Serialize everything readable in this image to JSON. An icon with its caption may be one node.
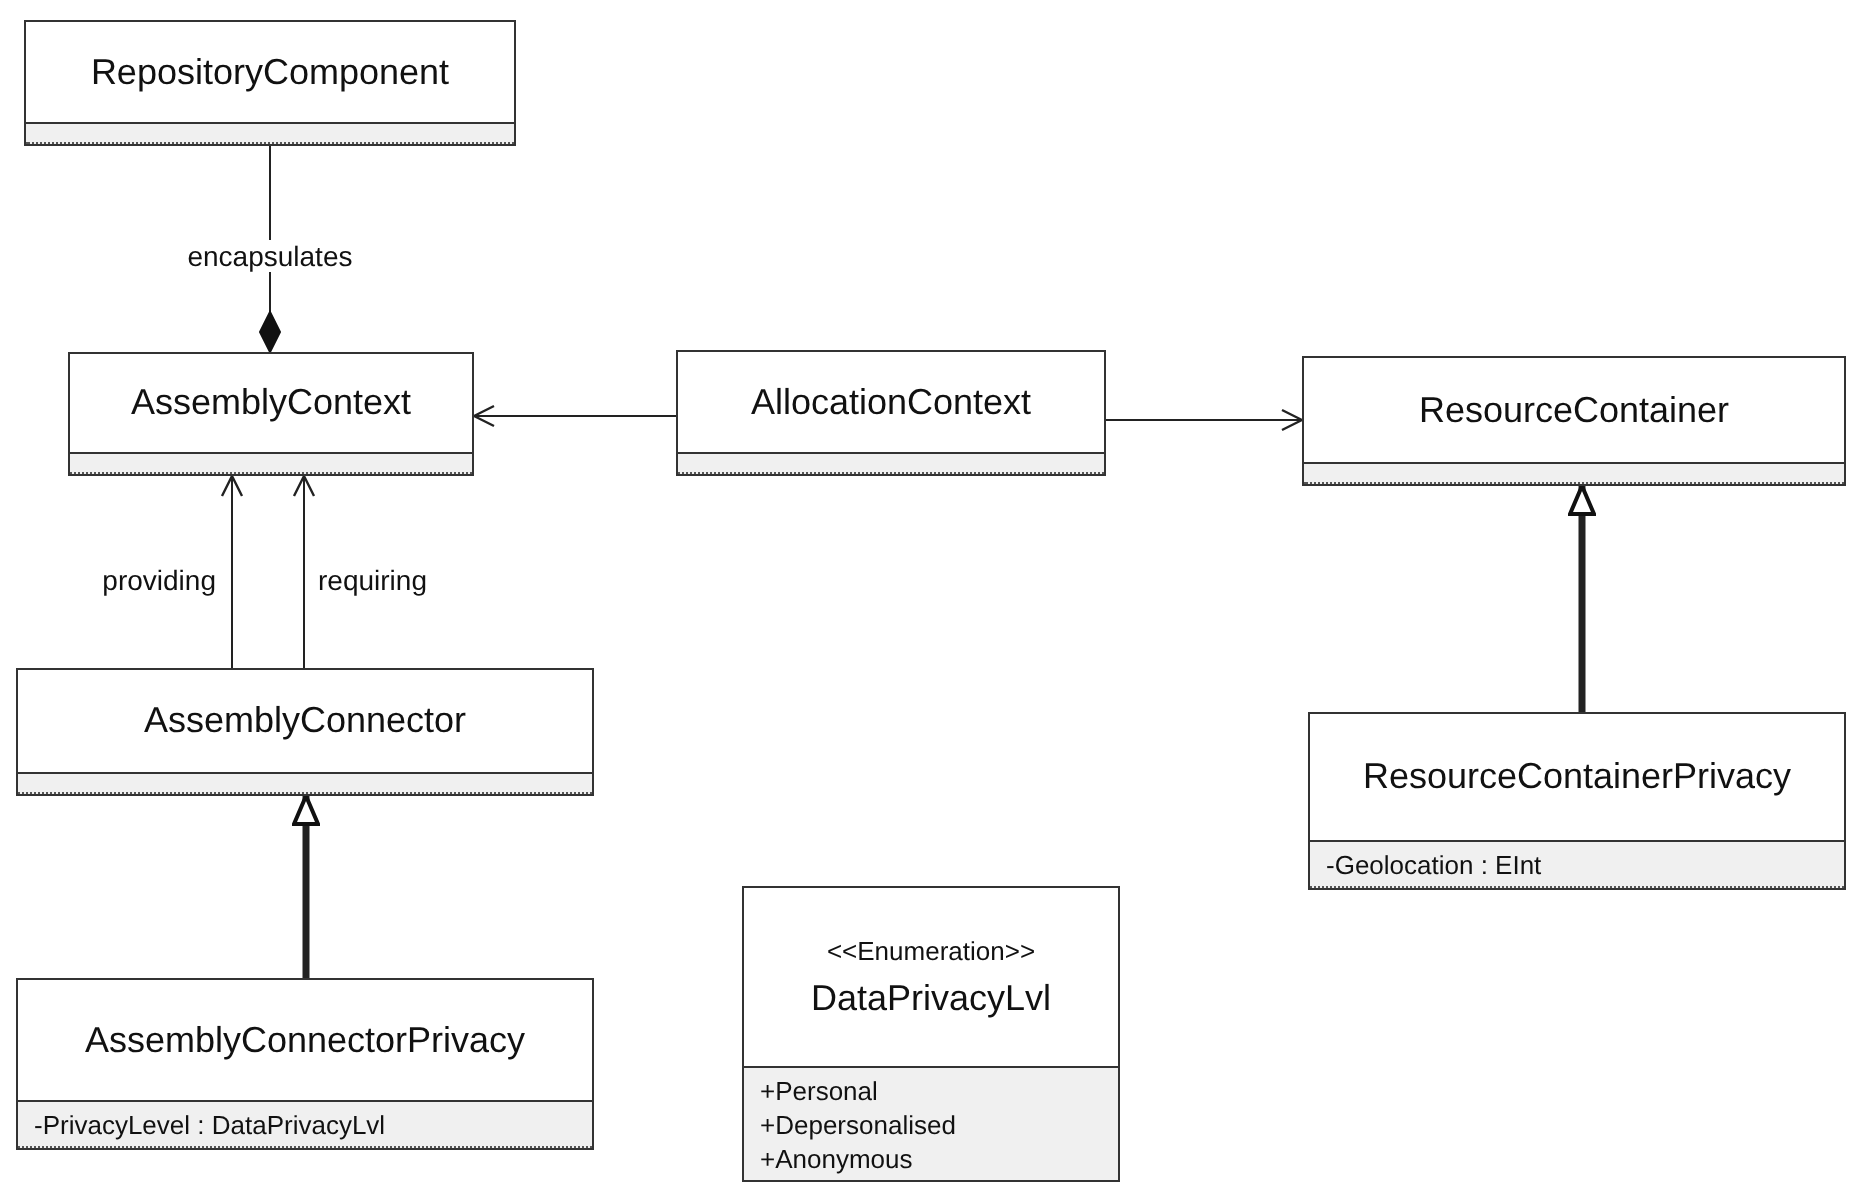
{
  "diagram": {
    "nodes": [
      {
        "text": [
          "RepositoryComponent"
        ]
      },
      {
        "text": [
          "AssemblyContext"
        ]
      },
      {
        "text": [
          "AllocationContext"
        ]
      },
      {
        "text": [
          "ResourceContainer"
        ]
      },
      {
        "text": [
          "AssemblyConnector"
        ]
      },
      {
        "text": [
          "ResourceContainerPrivacy",
          "-Geolocation : EInt"
        ]
      },
      {
        "text": [
          "AssemblyConnectorPrivacy",
          "-PrivacyLevel : DataPrivacyLvl"
        ]
      },
      {
        "text": [
          "<<Enumeration>>",
          "DataPrivacyLvl",
          "+Personal",
          "+Depersonalised",
          "+Anonymous"
        ]
      }
    ],
    "edges": [
      {
        "from": 0,
        "to": 1,
        "arrow": "other",
        "label": "encapsulates"
      },
      {
        "from": 2,
        "to": 1,
        "arrow": "to"
      },
      {
        "from": 2,
        "to": 3,
        "arrow": "to"
      },
      {
        "from": 4,
        "to": 1,
        "arrow": "to",
        "label": "providing"
      },
      {
        "from": 4,
        "to": 1,
        "arrow": "to",
        "label": "requiring"
      },
      {
        "from": 6,
        "to": 4,
        "arrow": "to",
        "style": "thick"
      },
      {
        "from": 5,
        "to": 3,
        "arrow": "to",
        "style": "thick"
      }
    ]
  }
}
